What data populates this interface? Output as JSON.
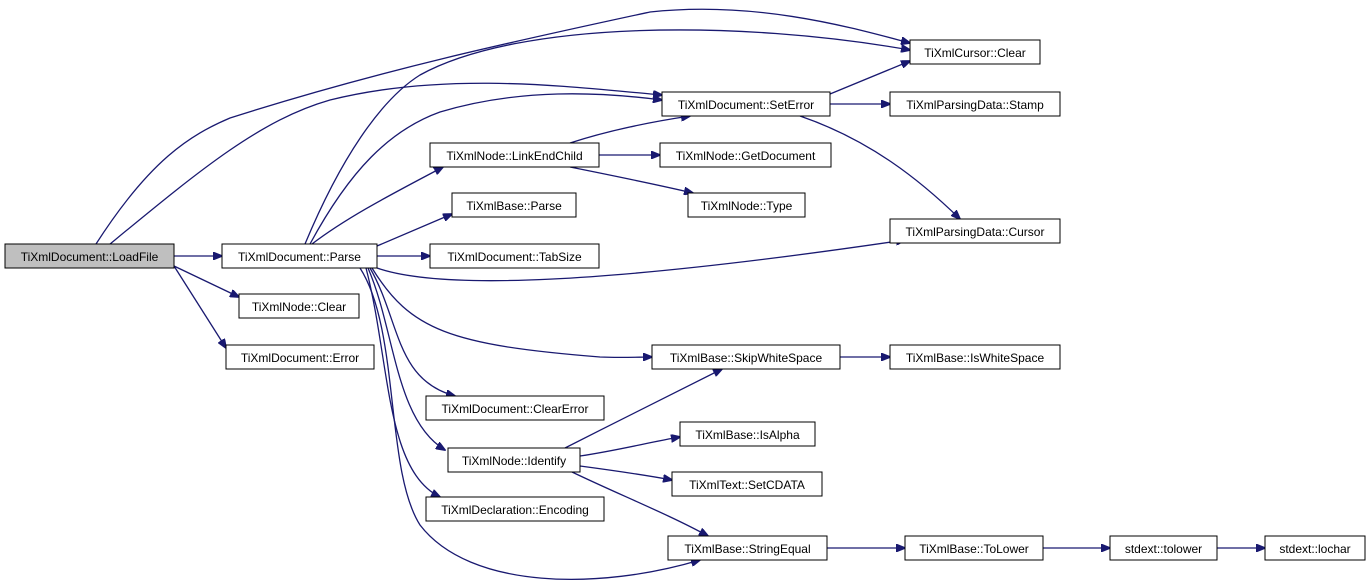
{
  "diagram": {
    "type": "call-graph",
    "nodes": [
      {
        "id": "loadfile",
        "label": "TiXmlDocument::LoadFile",
        "root": true
      },
      {
        "id": "parse",
        "label": "TiXmlDocument::Parse"
      },
      {
        "id": "nodeclear",
        "label": "TiXmlNode::Clear"
      },
      {
        "id": "docerror",
        "label": "TiXmlDocument::Error"
      },
      {
        "id": "cursorclear",
        "label": "TiXmlCursor::Clear"
      },
      {
        "id": "seterror",
        "label": "TiXmlDocument::SetError"
      },
      {
        "id": "stamp",
        "label": "TiXmlParsingData::Stamp"
      },
      {
        "id": "linkend",
        "label": "TiXmlNode::LinkEndChild"
      },
      {
        "id": "getdoc",
        "label": "TiXmlNode::GetDocument"
      },
      {
        "id": "baseparse",
        "label": "TiXmlBase::Parse"
      },
      {
        "id": "type",
        "label": "TiXmlNode::Type"
      },
      {
        "id": "pdcursor",
        "label": "TiXmlParsingData::Cursor"
      },
      {
        "id": "tabsize",
        "label": "TiXmlDocument::TabSize"
      },
      {
        "id": "skipws",
        "label": "TiXmlBase::SkipWhiteSpace"
      },
      {
        "id": "isws",
        "label": "TiXmlBase::IsWhiteSpace"
      },
      {
        "id": "clearerror",
        "label": "TiXmlDocument::ClearError"
      },
      {
        "id": "isalpha",
        "label": "TiXmlBase::IsAlpha"
      },
      {
        "id": "identify",
        "label": "TiXmlNode::Identify"
      },
      {
        "id": "setcdata",
        "label": "TiXmlText::SetCDATA"
      },
      {
        "id": "encoding",
        "label": "TiXmlDeclaration::Encoding"
      },
      {
        "id": "streq",
        "label": "TiXmlBase::StringEqual"
      },
      {
        "id": "tolower",
        "label": "TiXmlBase::ToLower"
      },
      {
        "id": "stdtolower",
        "label": "stdext::tolower"
      },
      {
        "id": "lochar",
        "label": "stdext::lochar"
      }
    ],
    "edges": [
      [
        "loadfile",
        "parse"
      ],
      [
        "loadfile",
        "nodeclear"
      ],
      [
        "loadfile",
        "docerror"
      ],
      [
        "loadfile",
        "cursorclear"
      ],
      [
        "loadfile",
        "seterror"
      ],
      [
        "parse",
        "cursorclear"
      ],
      [
        "parse",
        "seterror"
      ],
      [
        "parse",
        "linkend"
      ],
      [
        "parse",
        "baseparse"
      ],
      [
        "parse",
        "tabsize"
      ],
      [
        "parse",
        "pdcursor"
      ],
      [
        "parse",
        "skipws"
      ],
      [
        "parse",
        "clearerror"
      ],
      [
        "parse",
        "identify"
      ],
      [
        "parse",
        "encoding"
      ],
      [
        "parse",
        "streq"
      ],
      [
        "seterror",
        "cursorclear"
      ],
      [
        "seterror",
        "stamp"
      ],
      [
        "seterror",
        "pdcursor"
      ],
      [
        "linkend",
        "seterror"
      ],
      [
        "linkend",
        "getdoc"
      ],
      [
        "linkend",
        "type"
      ],
      [
        "skipws",
        "isws"
      ],
      [
        "identify",
        "skipws"
      ],
      [
        "identify",
        "isalpha"
      ],
      [
        "identify",
        "setcdata"
      ],
      [
        "identify",
        "streq"
      ],
      [
        "streq",
        "tolower"
      ],
      [
        "tolower",
        "stdtolower"
      ],
      [
        "stdtolower",
        "lochar"
      ]
    ]
  }
}
